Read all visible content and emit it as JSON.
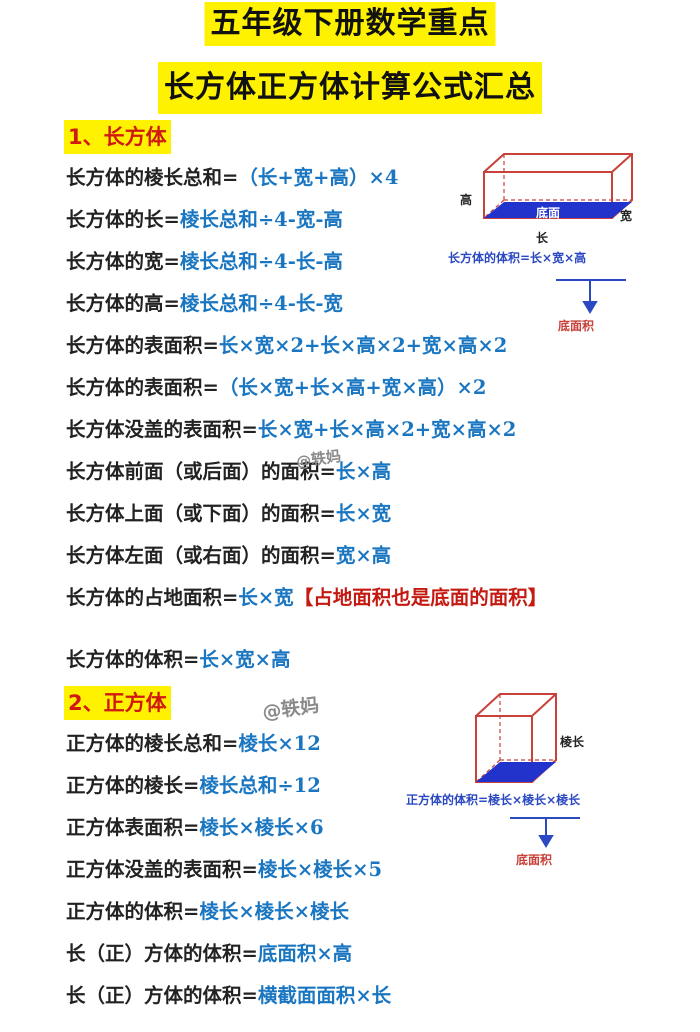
{
  "title1": "五年级下册数学重点",
  "title2": "长方体正方体计算公式汇总",
  "section1": "1、长方体",
  "cuboid_lines": [
    {
      "k": "长方体的棱长总和=",
      "v": "（长+宽+高）×4"
    },
    {
      "k": "长方体的长=",
      "v": "棱长总和÷4-宽-高"
    },
    {
      "k": "长方体的宽=",
      "v": "棱长总和÷4-长-高"
    },
    {
      "k": "长方体的高=",
      "v": "棱长总和÷4-长-宽"
    },
    {
      "k": "长方体的表面积=",
      "v": "长×宽×2+长×高×2+宽×高×2"
    },
    {
      "k": "长方体的表面积=",
      "v": "（长×宽+长×高+宽×高）×2"
    },
    {
      "k": "长方体没盖的表面积=",
      "v": "长×宽+长×高×2+宽×高×2"
    },
    {
      "k": "长方体前面（或后面）的面积=",
      "v": "长×高"
    },
    {
      "k": "长方体上面（或下面）的面积=",
      "v": "长×宽"
    },
    {
      "k": "长方体左面（或右面）的面积=",
      "v": "宽×高"
    },
    {
      "k": "长方体的占地面积=",
      "v": "长×宽",
      "note": "【占地面积也是底面的面积】"
    },
    {
      "k": "长方体的体积=",
      "v": "长×宽×高"
    }
  ],
  "section2": "2、正方体",
  "cube_lines": [
    {
      "k": "正方体的棱长总和=",
      "v": "棱长×12"
    },
    {
      "k": "正方体的棱长=",
      "v": "棱长总和÷12"
    },
    {
      "k": "正方体表面积=",
      "v": "棱长×棱长×6"
    },
    {
      "k": "正方体没盖的表面积=",
      "v": "棱长×棱长×5"
    },
    {
      "k": "正方体的体积=",
      "v": "棱长×棱长×棱长"
    },
    {
      "k": "长（正）方体的体积=",
      "v": "底面积×高"
    },
    {
      "k": "长（正）方体的体积=",
      "v": "横截面面积×长"
    }
  ],
  "diagram1": {
    "height_label": "高",
    "base_label": "底面",
    "width_label": "宽",
    "length_label": "长",
    "formula": "长方体的体积=长×宽×高",
    "arrow_label": "底面积"
  },
  "diagram2": {
    "edge_label": "棱长",
    "formula": "正方体的体积=棱长×棱长×棱长",
    "arrow_label": "底面积"
  },
  "watermark": "@轶妈",
  "colors": {
    "highlight": "#fff200",
    "value_blue": "#1a76c0",
    "red": "#c51a12"
  }
}
